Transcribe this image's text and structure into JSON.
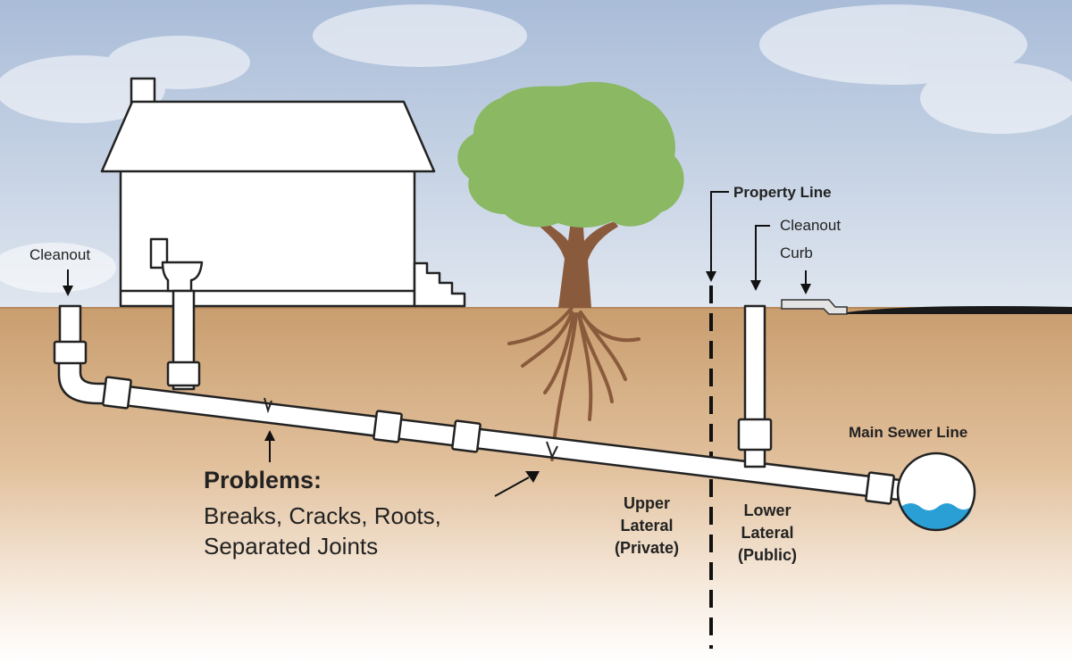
{
  "labels": {
    "cleanout_left": "Cleanout",
    "property_line": "Property Line",
    "cleanout_right": "Cleanout",
    "curb": "Curb",
    "main_sewer_line": "Main Sewer Line",
    "problems_title": "Problems:",
    "problems_line1": "Breaks, Cracks, Roots,",
    "problems_line2": "Separated Joints",
    "upper_lateral": [
      "Upper",
      "Lateral",
      "(Private)"
    ],
    "lower_lateral": [
      "Lower",
      "Lateral",
      "(Public)"
    ]
  },
  "colors": {
    "sky_top": "#a9bcd8",
    "sky_bottom": "#dfe6ef",
    "soil": "#c99e6f",
    "pipe_fill": "#ffffff",
    "outline": "#222222",
    "foliage": "#8ab863",
    "trunk": "#8a5a3c",
    "water": "#2a9fd6",
    "asphalt": "#1a1a1a"
  },
  "icons": [
    "house-icon",
    "toilet-icon",
    "tree-icon",
    "sewer-main-icon",
    "curb-icon"
  ]
}
